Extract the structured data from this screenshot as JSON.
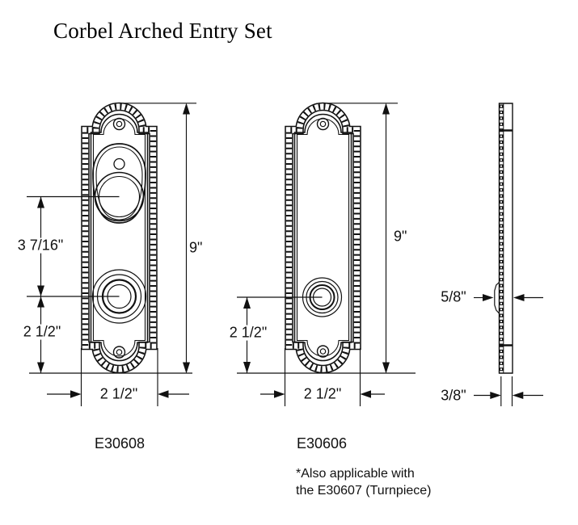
{
  "title": "Corbel Arched Entry Set",
  "plates": {
    "e30608": {
      "part_number": "E30608",
      "height": "9\"",
      "width": "2 1/2\"",
      "upper_center_to_center": "3 7/16\"",
      "lower_center_to_bottom": "2 1/2\""
    },
    "e30606": {
      "part_number": "E30606",
      "height": "9\"",
      "width": "2 1/2\"",
      "lower_center_to_bottom": "2 1/2\""
    },
    "side_view": {
      "projection": "5/8\"",
      "thickness": "3/8\""
    }
  },
  "footnote": {
    "line1": "*Also applicable with",
    "line2": "the E30607 (Turnpiece)"
  }
}
